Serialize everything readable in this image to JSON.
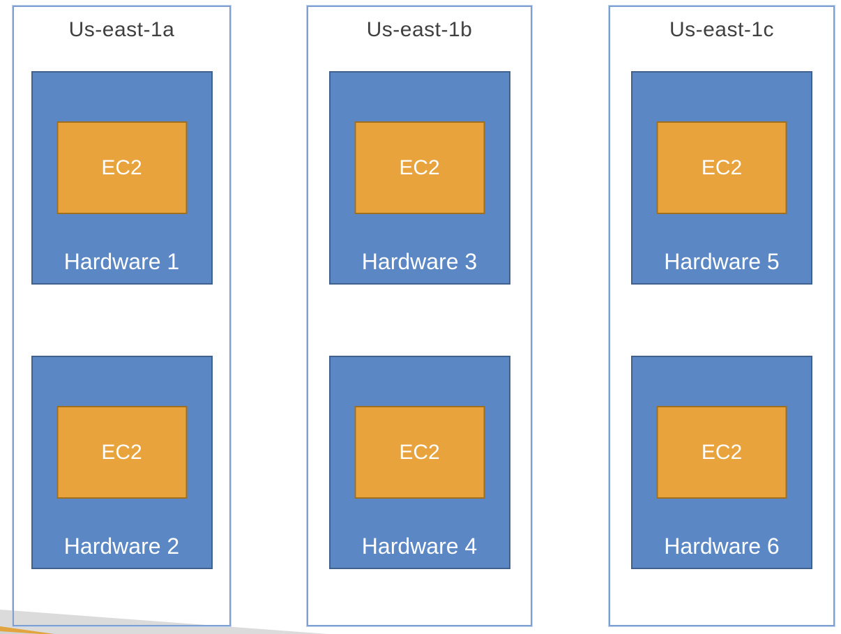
{
  "zones": [
    {
      "name": "Us-east-1a",
      "hardware": [
        {
          "label": "Hardware 1",
          "instance": "EC2"
        },
        {
          "label": "Hardware 2",
          "instance": "EC2"
        }
      ]
    },
    {
      "name": "Us-east-1b",
      "hardware": [
        {
          "label": "Hardware 3",
          "instance": "EC2"
        },
        {
          "label": "Hardware 4",
          "instance": "EC2"
        }
      ]
    },
    {
      "name": "Us-east-1c",
      "hardware": [
        {
          "label": "Hardware 5",
          "instance": "EC2"
        },
        {
          "label": "Hardware 6",
          "instance": "EC2"
        }
      ]
    }
  ],
  "colors": {
    "zone_border": "#7D9FD2",
    "zone_border_outer": "#C2D5EE",
    "hardware_fill": "#5B87C5",
    "hardware_border": "#41618D",
    "ec2_fill": "#E8A33D",
    "ec2_border": "#A06F1E",
    "title_text": "#404040",
    "box_text": "#FFFFFF",
    "wedge_gray": "#DBDBDB",
    "wedge_orange": "#E2A43E",
    "wedge_gray_dark": "#D2D2D2",
    "page_bg": "#FFFFFF"
  }
}
